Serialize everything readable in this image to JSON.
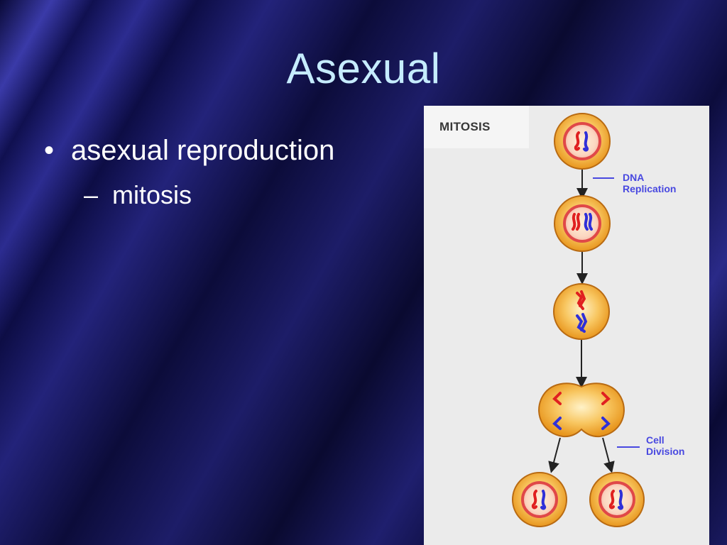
{
  "slide": {
    "title": "Asexual",
    "bullet": "asexual reproduction",
    "sub_bullet": "mitosis",
    "bullet_symbol": "•",
    "sub_bullet_symbol": "–"
  },
  "figure": {
    "title": "MITOSIS",
    "labels": {
      "dna_replication": [
        "DNA",
        "Replication"
      ],
      "cell_division": [
        "Cell",
        "Division"
      ]
    }
  },
  "colors": {
    "title_text": "#c6ecff",
    "body_text": "#ffffff",
    "cell_fill": "#f8c660",
    "cell_outline": "#b86a12",
    "nucleus_ring": "#e04848",
    "chromosome_red": "#e02020",
    "chromosome_blue": "#3030d8",
    "label_text": "#4848e0"
  }
}
